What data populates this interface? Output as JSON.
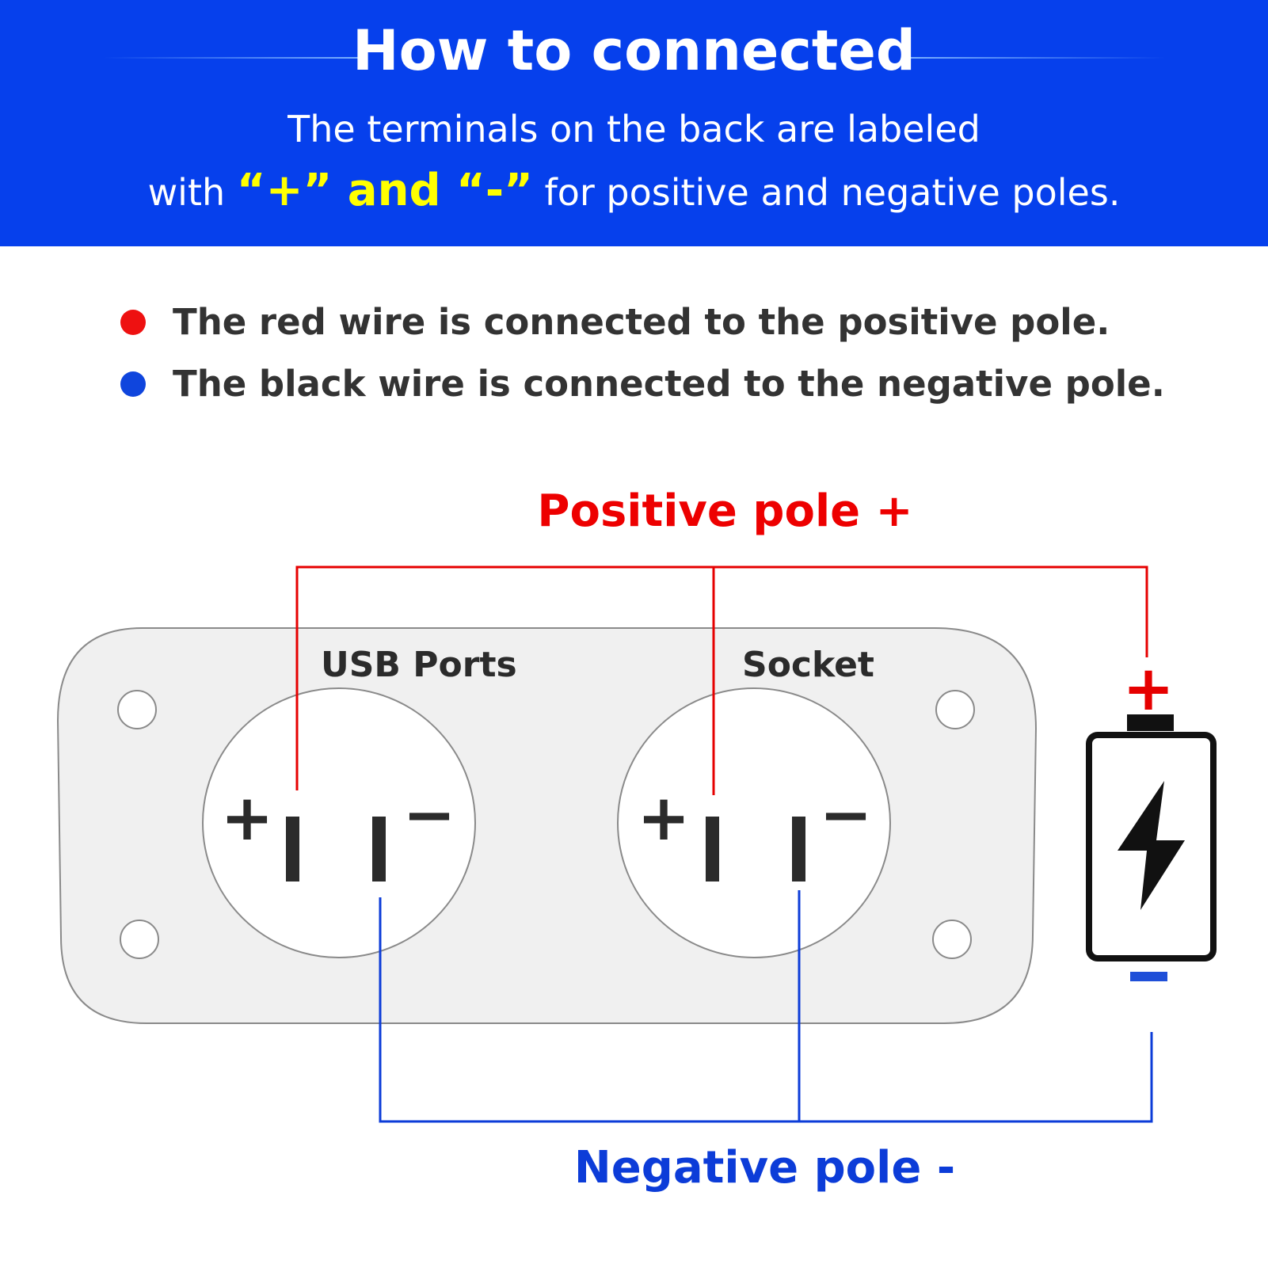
{
  "header": {
    "title": "How to connected",
    "subtitle_line1": "The terminals on the back are labeled",
    "subtitle_line2_prefix": "with",
    "subtitle_line2_highlight": "“+” and “-”",
    "subtitle_line2_suffix": "for positive and negative poles."
  },
  "bullets": [
    {
      "text": "The red wire is connected to the positive pole.",
      "dot_color": "#ee1111"
    },
    {
      "text": "The black wire is connected to the negative pole.",
      "dot_color": "#0f45dd"
    }
  ],
  "diagram": {
    "positive_label": "Positive pole +",
    "negative_label": "Negative pole -",
    "usb_label": "USB Ports",
    "socket_label": "Socket",
    "terminal_plus": "+",
    "terminal_minus": "−",
    "battery_plus": "+",
    "battery_minus": "−",
    "colors": {
      "header_bg": "#0640ec",
      "highlight": "#ffff00",
      "positive_wire": "#e60000",
      "negative_wire": "#0c3cd8",
      "panel": "#f0f0f0"
    },
    "icons": [
      "battery-icon",
      "lightning-bolt-icon"
    ]
  }
}
